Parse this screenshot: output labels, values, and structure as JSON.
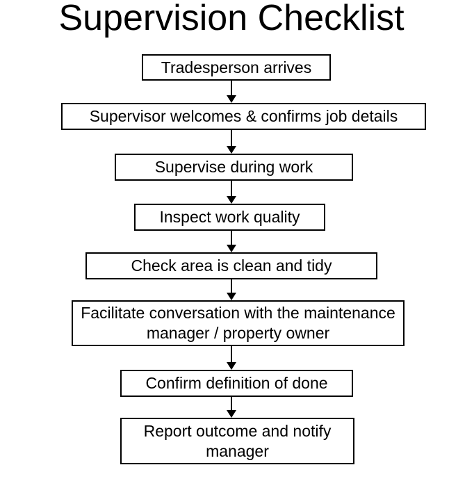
{
  "title": "Supervision Checklist",
  "flowchart": {
    "colors": {
      "background": "#ffffff",
      "box_border": "#000000",
      "box_fill": "#ffffff",
      "text": "#000000",
      "arrow": "#000000"
    },
    "steps": [
      {
        "label": "Tradesperson arrives"
      },
      {
        "label": "Supervisor welcomes & confirms job details"
      },
      {
        "label": "Supervise during work"
      },
      {
        "label": "Inspect work quality"
      },
      {
        "label": "Check area is clean and tidy"
      },
      {
        "label": "Facilitate conversation with the maintenance manager / property owner"
      },
      {
        "label": "Confirm definition of done"
      },
      {
        "label": "Report outcome and notify manager"
      }
    ]
  }
}
